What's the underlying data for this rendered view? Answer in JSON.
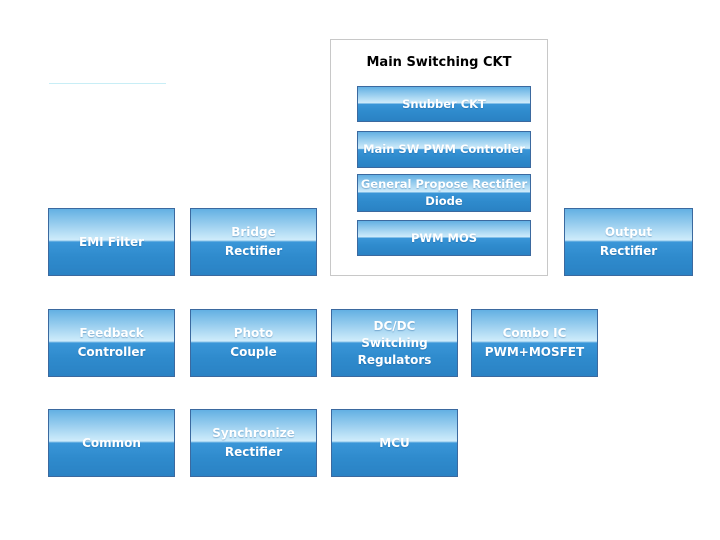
{
  "canvas": {
    "background": "#ffffff"
  },
  "colors": {
    "button_border": "#3b699f",
    "button_gradient_top": "#63b0e3",
    "button_gradient_highlight": "#cfecfb",
    "button_gradient_mid": "#3a96d8",
    "button_gradient_bottom": "#2a82c4",
    "button_text": "#ffffff",
    "group_box_border": "#c8c8c8",
    "group_title_color": "#000000",
    "accent_line": "#c8eef6"
  },
  "main_box": {
    "title": "Main Switching CKT",
    "buttons": {
      "snubber": "Snubber CKT",
      "main_sw_pwm": "Main SW PWM Controller",
      "gp_rectifier_diode": "General Propose Rectifier\nDiode",
      "pwm_mos": "PWM MOS"
    }
  },
  "blocks": {
    "emi_filter": "EMI Filter",
    "bridge_rectifier": "Bridge\nRectifier",
    "output_rectifier": "Output\nRectifier",
    "feedback_controller": "Feedback\nController",
    "photo_couple": "Photo\nCouple",
    "dcdc_switching_regulators": "DC/DC\nSwitching\nRegulators",
    "combo_ic": "Combo IC\nPWM+MOSFET",
    "common": "Common",
    "synchronize_rectifier": "Synchronize\nRectifier",
    "mcu": "MCU"
  }
}
